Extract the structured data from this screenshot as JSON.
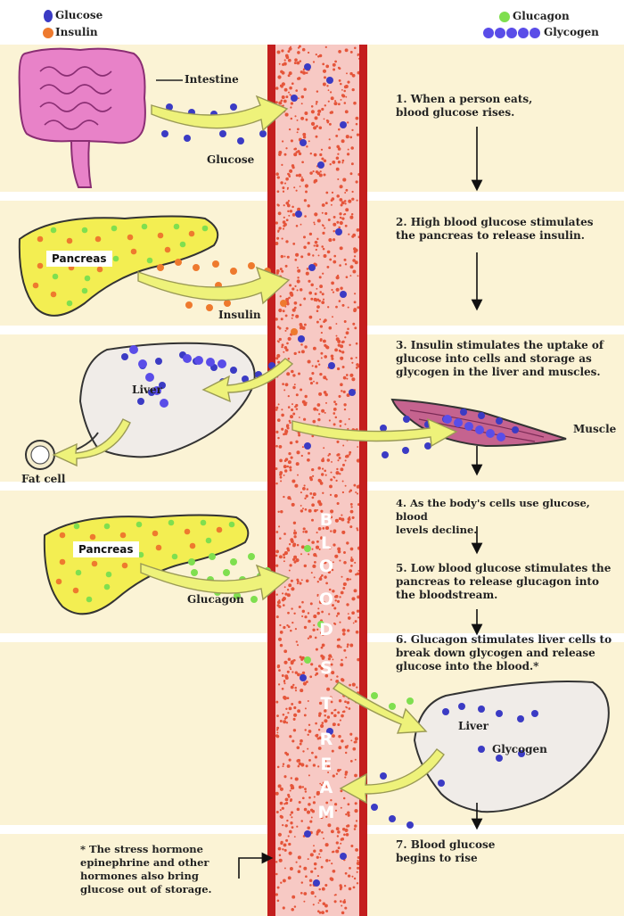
{
  "legend": {
    "glucose": "Glucose",
    "insulin": "Insulin",
    "glucagon": "Glucagon",
    "glycogen": "Glycogen"
  },
  "colors": {
    "glucose": "#3b3bc4",
    "insulin": "#ee7a2e",
    "glucagon": "#7fdf4f",
    "glycogen": "#5a4de8",
    "vessel_wall": "#c41e1e",
    "band_fill": "#fbf3d5",
    "organ_yellow": "#f3ee52",
    "blood_red": "#e5553a"
  },
  "labels": {
    "intestine": "Intestine",
    "glucose_arrow": "Glucose",
    "pancreas_1": "Pancreas",
    "insulin_arrow": "Insulin",
    "liver_1": "Liver",
    "fat_cell": "Fat cell",
    "muscle": "Muscle",
    "pancreas_2": "Pancreas",
    "glucagon_arrow": "Glucagon",
    "liver_2": "Liver",
    "glycogen_label": "Glycogen"
  },
  "blood_stream": [
    "B",
    "L",
    "O",
    "O",
    "D",
    "S",
    "T",
    "R",
    "E",
    "A",
    "M"
  ],
  "steps": [
    "1. When a person eats,\n    blood glucose rises.",
    "2. High blood glucose stimulates\n    the pancreas to release insulin.",
    "3. Insulin stimulates the uptake of\n    glucose into cells and storage as\n    glycogen in the liver and muscles.",
    "4. As the body's cells use glucose, blood\n    levels decline.",
    "5. Low blood glucose stimulates the\n    pancreas to release glucagon into\n    the bloodstream.",
    "6. Glucagon stimulates liver cells to\n    break down glycogen and release\n    glucose into the blood.*",
    "7. Blood glucose\n    begins to rise"
  ],
  "footnote": "* The stress hormone\n  epinephrine and other\n  hormones also bring\n  glucose out of storage."
}
